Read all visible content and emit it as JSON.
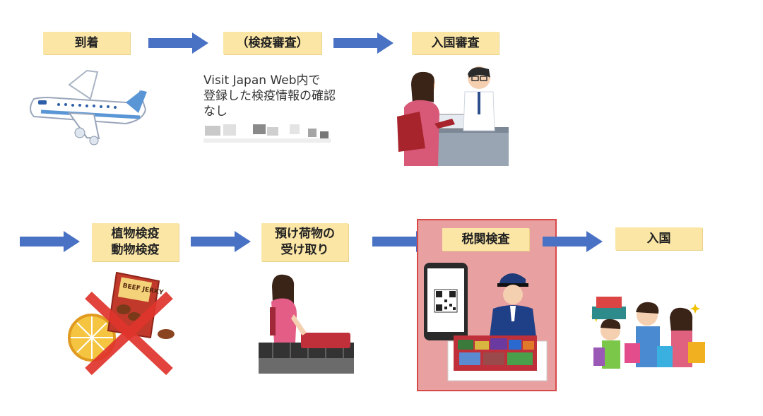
{
  "steps": {
    "arrival": "到着",
    "quarantine": "（検疫審査）",
    "immigration": "入国審査",
    "plant_animal_line1": "植物検疫",
    "plant_animal_line2": "動物検疫",
    "baggage_line1": "預け荷物の",
    "baggage_line2": "受け取り",
    "customs": "税関検査",
    "entry": "入国"
  },
  "quarantine_note": "Visit Japan Web内で\n登録した検疫情報の確認\nなし",
  "jerky_label": "BEEF JERKY",
  "colors": {
    "label_bg": "#fbe6a6",
    "arrow": "#4a72c4",
    "customs_bg": "#e8a0a0",
    "customs_border": "#d74a4a",
    "cross": "#e0342c"
  },
  "icons": [
    "airplane-icon",
    "immigration-officer-icon",
    "prohibited-food-icon",
    "baggage-claim-icon",
    "qr-phone-icon",
    "customs-officer-icon",
    "happy-family-icon"
  ]
}
